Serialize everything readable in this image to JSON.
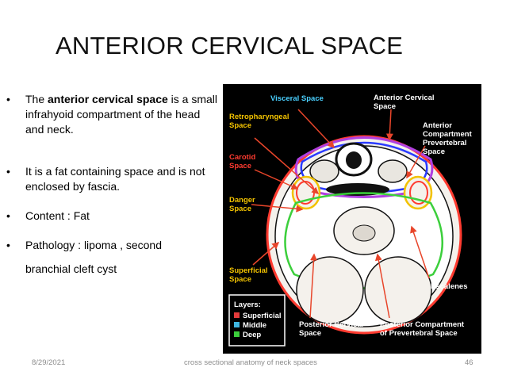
{
  "slide": {
    "title": "ANTERIOR CERVICAL SPACE",
    "bullets": [
      {
        "dot": "•",
        "before": "The ",
        "bold": "anterior cervical space",
        "after": " is a small infrahyoid compartment of the head and neck."
      },
      {
        "dot": "•",
        "text": " It is a fat containing space and is not enclosed by fascia."
      },
      {
        "dot": "•",
        "text": "Content : Fat"
      },
      {
        "dot": "•",
        "text": "Pathology : lipoma , second"
      }
    ],
    "continuation": "branchial cleft cyst"
  },
  "figure": {
    "labels": {
      "visceral": "Visceral Space",
      "anterior_cervical": [
        "Anterior Cervical",
        "Space"
      ],
      "retropharyngeal": [
        "Retropharyngeal",
        "Space"
      ],
      "carotid": [
        "Carotid",
        "Space"
      ],
      "danger": [
        "Danger",
        "Space"
      ],
      "anterior_compartment": [
        "Anterior",
        "Compartment",
        "Prevertebral",
        "Space"
      ],
      "superficial_space": [
        "Superficial",
        "Space"
      ],
      "escalenes": "Escalenes",
      "posterior_cervical": [
        "Posterior Cervical",
        "Space"
      ],
      "posterior_compartment": [
        "Posterior Compartment",
        "of Prevertebral Space"
      ]
    },
    "legend": {
      "title": "Layers:",
      "items": [
        {
          "label": "Superficial",
          "color": "#e23b3b"
        },
        {
          "label": "Middle",
          "color": "#3fb6e0"
        },
        {
          "label": "Deep",
          "color": "#3ccf3c"
        }
      ]
    },
    "colors": {
      "label_white": "#ffffff",
      "label_red": "#ff3b30",
      "label_yellow": "#f2c200",
      "label_cyan": "#4ad0ff",
      "ring_blue": "#2a3bff",
      "ring_purple": "#b040e0",
      "arrow": "#e8452a"
    }
  },
  "footer": {
    "date": "8/29/2021",
    "center": "cross sectional anatomy of neck spaces",
    "page": "46"
  }
}
